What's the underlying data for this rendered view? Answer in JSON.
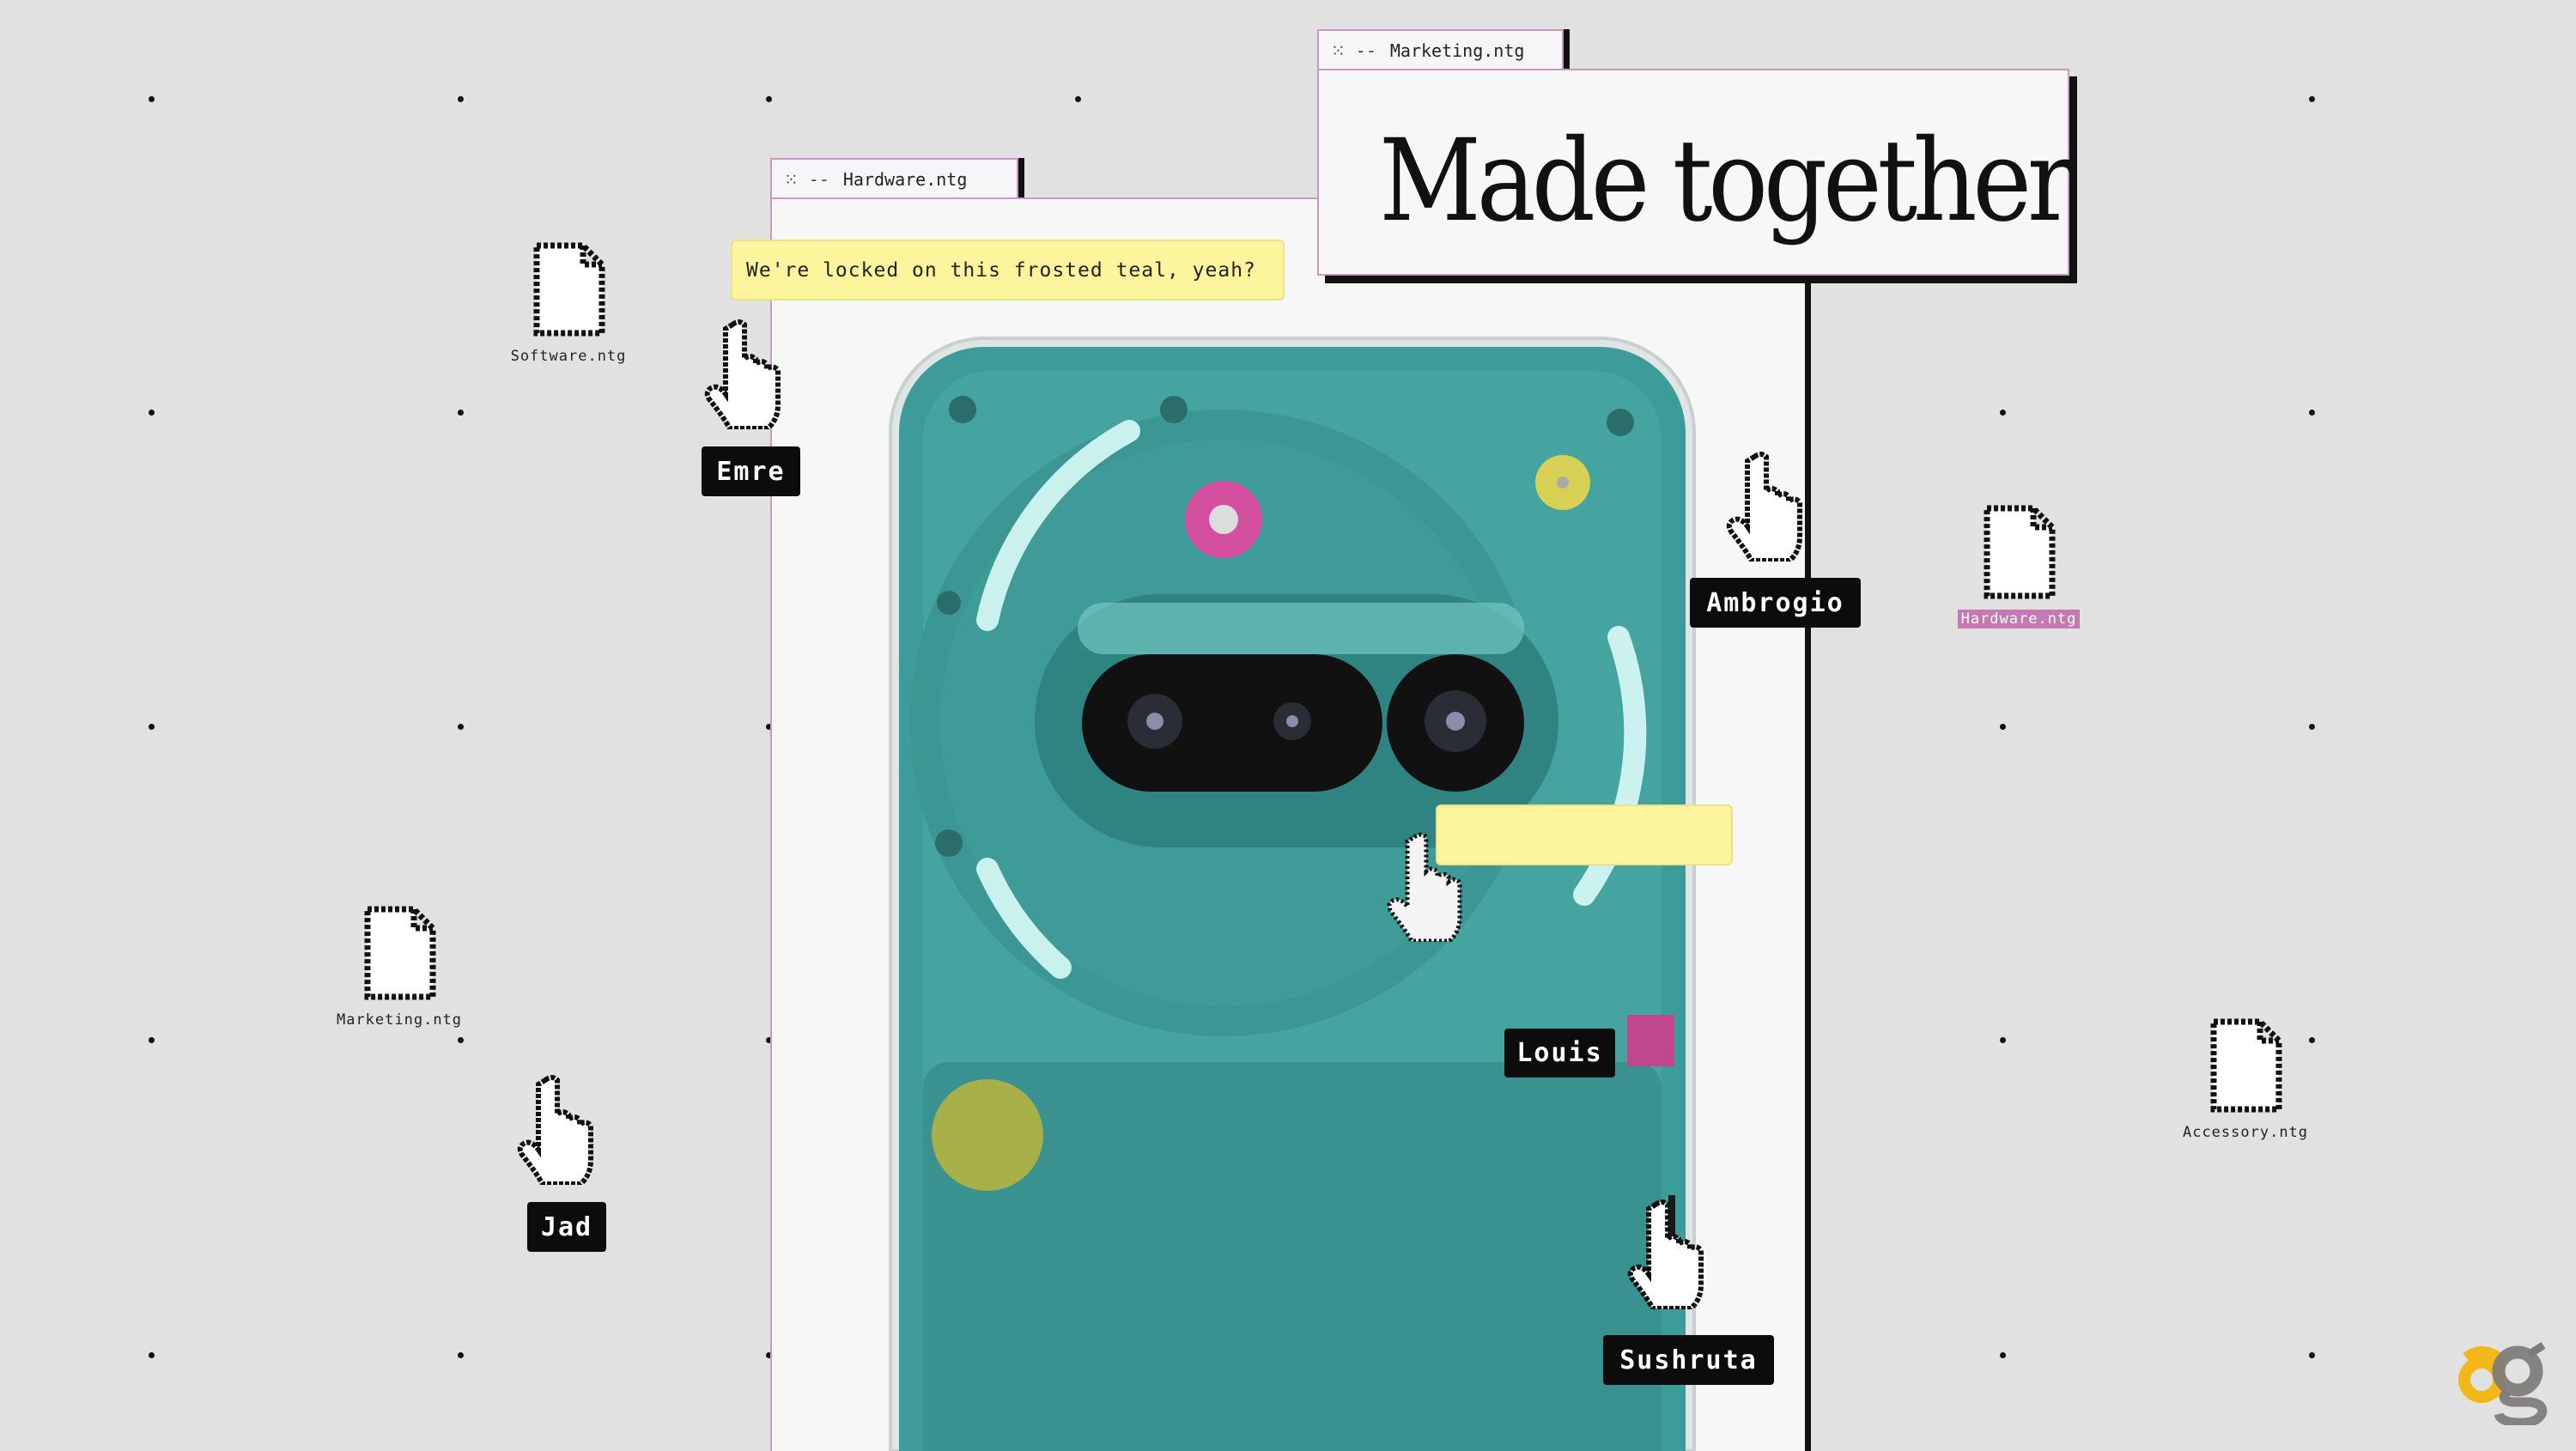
{
  "windows": {
    "marketing": {
      "tab_title": "Marketing.ntg",
      "close_glyph": "⁙ --",
      "heading": "Made together"
    },
    "hardware": {
      "tab_title": "Hardware.ntg",
      "close_glyph": "⁙ --"
    }
  },
  "chat": {
    "message": "We're locked on this frosted teal, yeah?",
    "input_value": ""
  },
  "files": [
    {
      "label": "Software.ntg",
      "selected": false
    },
    {
      "label": "Marketing.ntg",
      "selected": false
    },
    {
      "label": "Hardware.ntg",
      "selected": true
    },
    {
      "label": "Accessory.ntg",
      "selected": false
    }
  ],
  "collaborators": [
    {
      "name": "Emre"
    },
    {
      "name": "Ambrogio"
    },
    {
      "name": "Louis"
    },
    {
      "name": "Jad"
    },
    {
      "name": "Sushruta"
    }
  ],
  "colors": {
    "background": "#e1e1e1",
    "phone_teal": "#3d9c9a",
    "highlight_pink": "#c579b3",
    "note_yellow": "#fdf59e"
  },
  "logo": {
    "text": "ag"
  }
}
